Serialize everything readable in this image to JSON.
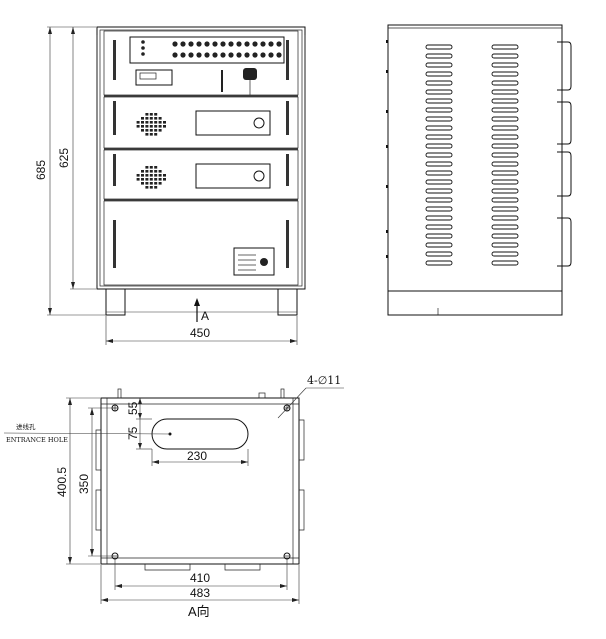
{
  "front_view": {
    "dims": {
      "total_height": "685",
      "body_height": "625",
      "width": "450"
    },
    "view_arrow_label": "A"
  },
  "bottom_view": {
    "hole_spec": "4-∅11",
    "entrance_label_cn": "进线孔",
    "entrance_label_en": "ENTRANCE HOLE",
    "dims": {
      "top_offset": "55",
      "hole_height": "75",
      "hole_width": "230",
      "depth_outer": "400.5",
      "depth_inner": "350",
      "width_inner": "410",
      "width_outer": "483"
    },
    "view_title": "A向"
  }
}
